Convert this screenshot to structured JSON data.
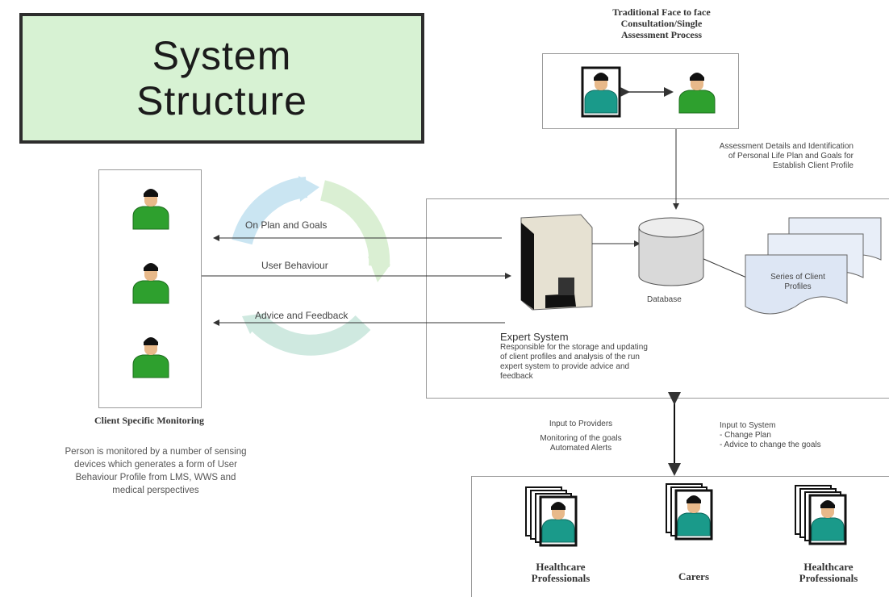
{
  "title": {
    "line1": "System",
    "line2": "Structure"
  },
  "traditional": {
    "heading": [
      "Traditional Face to face",
      "Consultation/Single",
      "Assessment Process"
    ],
    "note": [
      "Assessment Details and Identification",
      "of Personal Life Plan and Goals for",
      "Establish Client Profile"
    ]
  },
  "client_monitoring": {
    "heading": "Client Specific Monitoring",
    "description": [
      "Person is monitored by a number of sensing",
      "devices which generates a form of User",
      "Behaviour Profile from LMS, WWS and",
      "medical perspectives"
    ]
  },
  "flows": {
    "flow1": "On Plan and Goals",
    "flow2": "User Behaviour",
    "flow3": "Advice and Feedback"
  },
  "expert_system": {
    "title": "Expert System",
    "description": [
      "Responsible for the storage and updating",
      "of client profiles and analysis of the run",
      "expert system to provide advice and",
      "feedback"
    ]
  },
  "database": {
    "label": "Database"
  },
  "profiles": {
    "label": [
      "Series of Client",
      "Profiles"
    ]
  },
  "inputs": {
    "left": [
      "Input to Providers",
      "Monitoring of the goals",
      "Automated Alerts"
    ],
    "right": [
      "Input to System",
      "- Change Plan",
      "- Advice to change the goals"
    ]
  },
  "providers": [
    {
      "label": [
        "Healthcare",
        "Professionals"
      ]
    },
    {
      "label": [
        "Carers"
      ]
    },
    {
      "label": [
        "Healthcare",
        "Professionals"
      ]
    }
  ],
  "colors": {
    "title_bg": "#d7f2d3",
    "person_green": "#2ea02e",
    "person_teal": "#1a9a8a"
  }
}
